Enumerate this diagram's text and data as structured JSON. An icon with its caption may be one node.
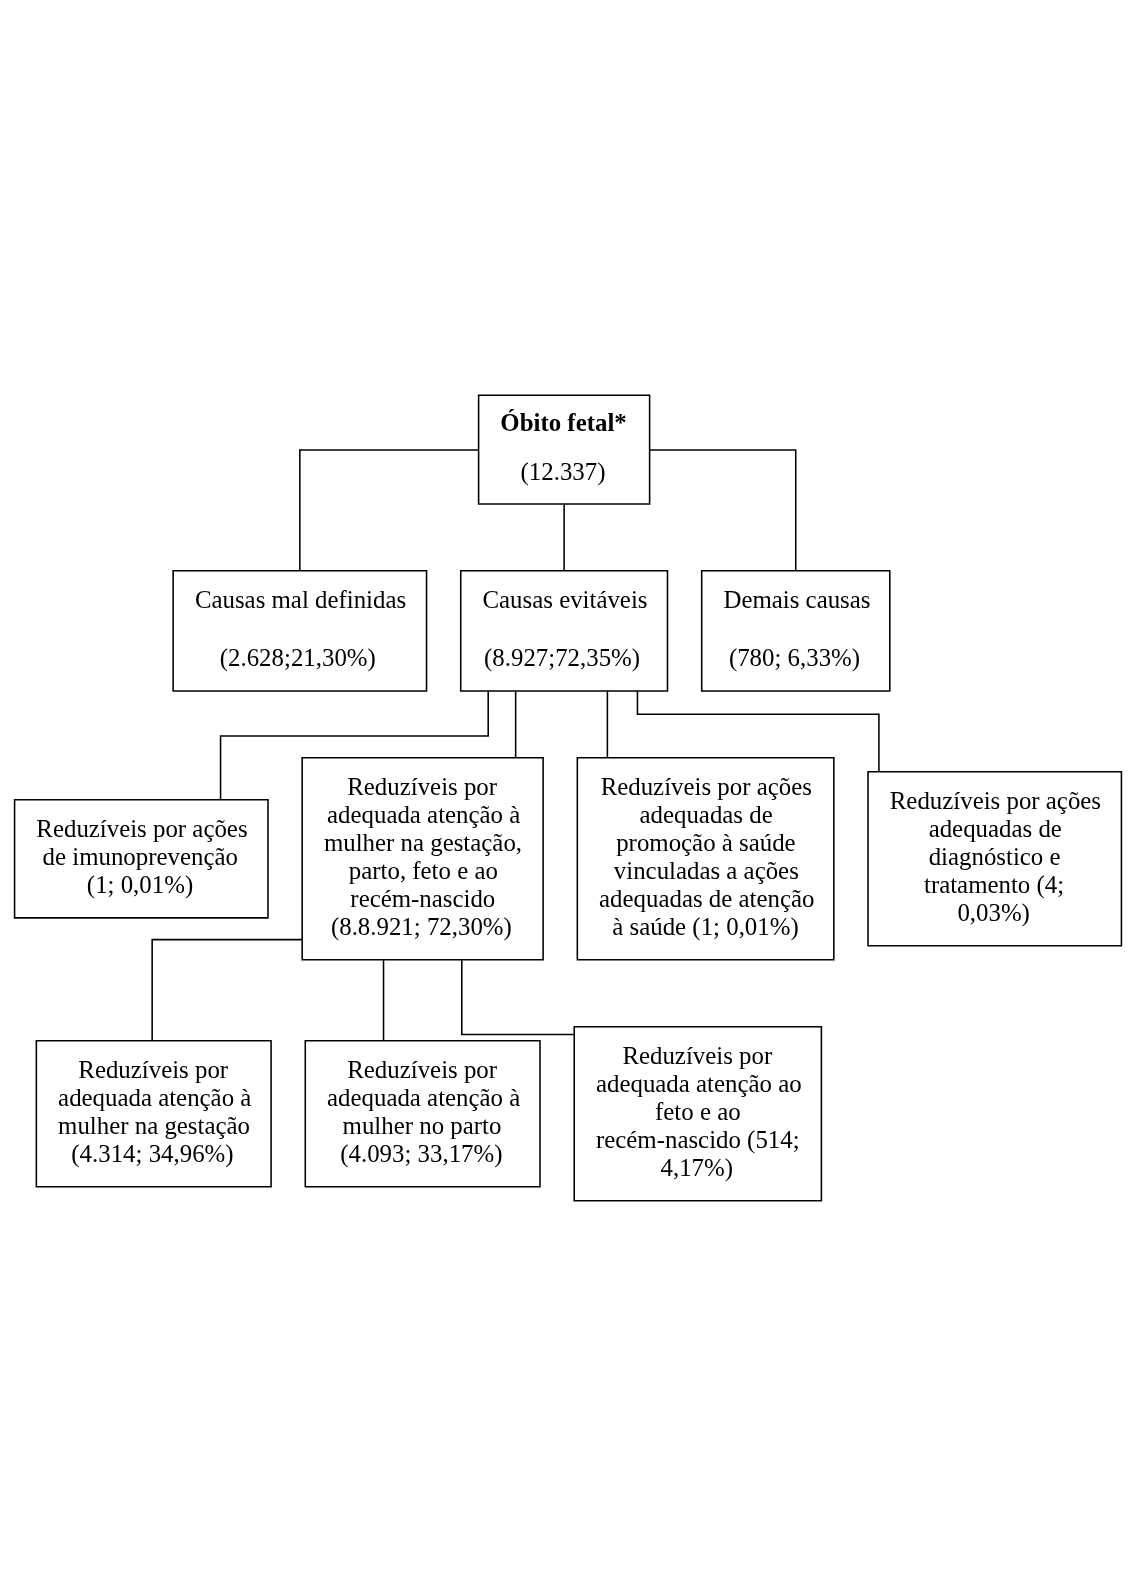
{
  "diagram": {
    "nodes": [
      {
        "text": [
          "Óbito fetal*",
          "(12.337)"
        ]
      },
      {
        "text": [
          "Causas mal definidas",
          "(2.628;21,30%)"
        ]
      },
      {
        "text": [
          "Causas evitáveis",
          "(8.927;72,35%)"
        ]
      },
      {
        "text": [
          "Demais causas",
          "(780; 6,33%)"
        ]
      },
      {
        "text": [
          "Reduzíveis por ações de imunoprevenção (1; 0,01%)"
        ]
      },
      {
        "text": [
          "Reduzíveis por adequada atenção à mulher na gestação, parto, feto e ao recém-nascido (8.8.921; 72,30%)"
        ]
      },
      {
        "text": [
          "Reduzíveis por ações adequadas de promoção à saúde vinculadas a ações adequadas de atenção à saúde (1; 0,01%)"
        ]
      },
      {
        "text": [
          "Reduzíveis por ações adequadas de diagnóstico e tratamento (4; 0,03%)"
        ]
      },
      {
        "text": [
          "Reduzíveis por adequada atenção à mulher na gestação (4.314; 34,96%)"
        ]
      },
      {
        "text": [
          "Reduzíveis por adequada atenção à mulher no parto (4.093; 33,17%)"
        ]
      },
      {
        "text": [
          "Reduzíveis por adequada atenção ao feto e ao recém-nascido (514; 4,17%)"
        ]
      }
    ],
    "edges": [
      {
        "from": 0,
        "to": 1,
        "arrow": "none"
      },
      {
        "from": 0,
        "to": 2,
        "arrow": "none"
      },
      {
        "from": 0,
        "to": 3,
        "arrow": "none"
      },
      {
        "from": 2,
        "to": 4,
        "arrow": "none"
      },
      {
        "from": 2,
        "to": 5,
        "arrow": "none"
      },
      {
        "from": 2,
        "to": 6,
        "arrow": "none"
      },
      {
        "from": 2,
        "to": 7,
        "arrow": "none"
      },
      {
        "from": 5,
        "to": 8,
        "arrow": "none"
      },
      {
        "from": 5,
        "to": 9,
        "arrow": "none"
      },
      {
        "from": 5,
        "to": 10,
        "arrow": "none"
      }
    ]
  }
}
